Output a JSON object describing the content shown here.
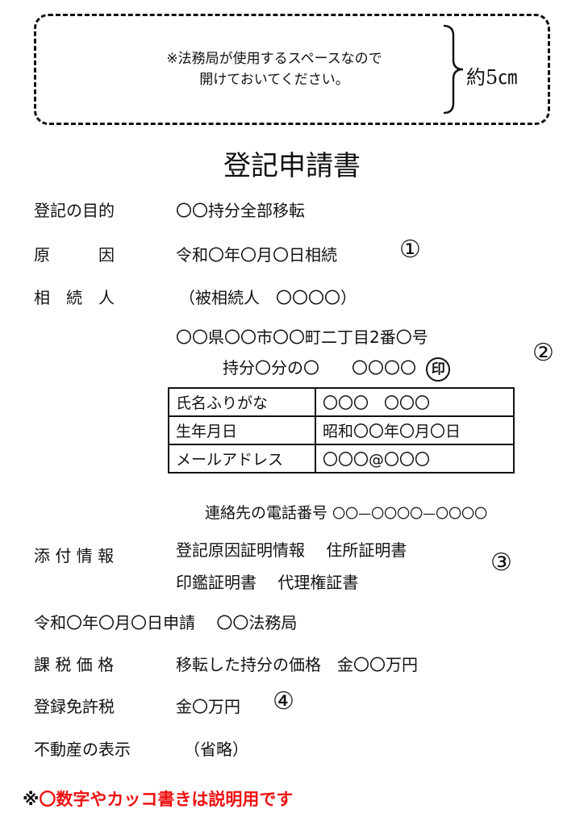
{
  "reserved_space": {
    "note_line1": "※法務局が使用するスペースなので",
    "note_line2": "開けておいてください。",
    "size_label": "約5㎝"
  },
  "title": "登記申請書",
  "rows": {
    "purpose": {
      "label": "登記の目的",
      "value": "〇〇持分全部移転"
    },
    "cause": {
      "label": "原　　　因",
      "value": "令和〇年〇月〇日相続",
      "marker": "①"
    },
    "heir": {
      "label": "相　続　人",
      "value": "（被相続人　〇〇〇〇）"
    },
    "heir_address": "〇〇県〇〇市〇〇町二丁目2番〇号",
    "heir_share": "持分〇分の〇　　〇〇〇〇",
    "seal": "印",
    "heir_marker": "②"
  },
  "info_table": {
    "rows": [
      {
        "key": "氏名ふりがな",
        "value": "〇〇〇　〇〇〇"
      },
      {
        "key": "生年月日",
        "value": "昭和〇〇年〇月〇日"
      },
      {
        "key": "メールアドレス",
        "value": "〇〇〇@〇〇〇"
      }
    ]
  },
  "phone": {
    "label": "連絡先の電話番号",
    "value": "〇〇—〇〇〇〇—〇〇〇〇"
  },
  "attachments": {
    "label": "添 付 情 報",
    "line1": "登記原因証明情報　 住所証明書",
    "line2": "印鑑証明書　 代理権証書",
    "marker": "③"
  },
  "application": "令和〇年〇月〇日申請　 〇〇法務局",
  "tax_value": {
    "label": "課 税 価 格",
    "value": "移転した持分の価格　金〇〇万円"
  },
  "registration_tax": {
    "label": "登録免許税",
    "value": "金〇万円",
    "marker": "④"
  },
  "property": {
    "label": "不動産の表示",
    "value": "（省略）"
  },
  "footnote": {
    "mark": "※",
    "text": "〇数字やカッコ書きは説明用です",
    "color": "#ee1111"
  }
}
